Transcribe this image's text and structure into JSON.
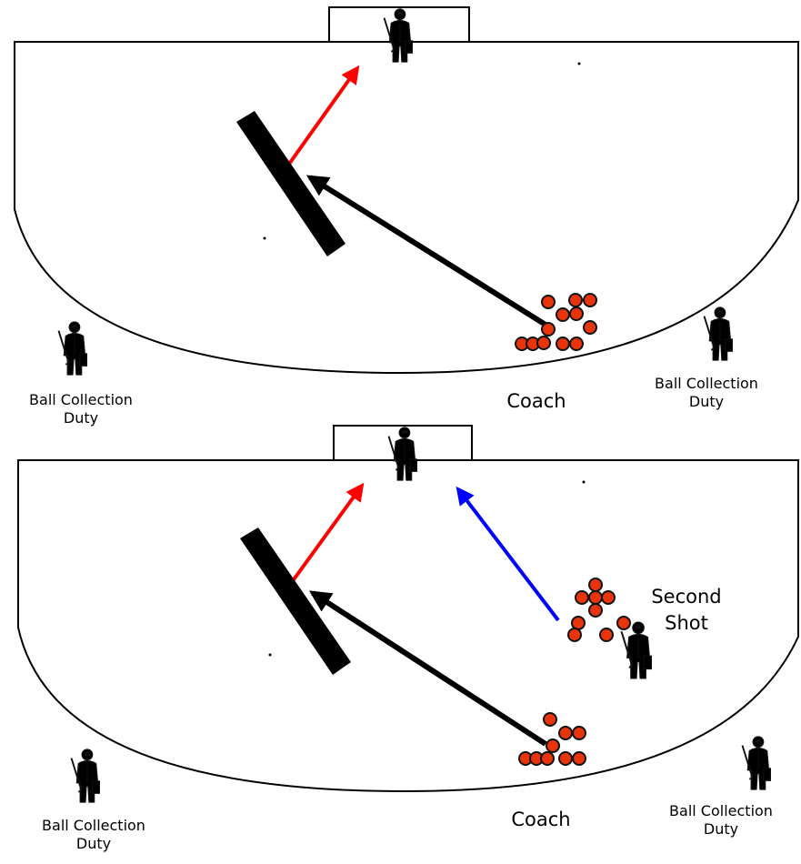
{
  "panels": [
    {
      "id": "drill-top",
      "left_label": [
        "Ball Collection",
        "Duty"
      ],
      "right_label": [
        "Ball Collection",
        "Duty"
      ],
      "coach_label": "Coach"
    },
    {
      "id": "drill-bottom",
      "left_label": [
        "Ball Collection",
        "Duty"
      ],
      "right_label": [
        "Ball Collection",
        "Duty"
      ],
      "coach_label": "Coach",
      "second_shot_label": [
        "Second",
        "Shot"
      ]
    }
  ],
  "colors": {
    "goalkeeper": "#6a9a1e",
    "defender_blue": "#3a2fa0",
    "defender_orange": "#f4a040",
    "ball": "#e8340a",
    "shot_arrow": "#ff0000",
    "pass_arrow": "#000000",
    "second_shot_arrow": "#0000ff",
    "rebound_board": "#000000"
  },
  "icons": {
    "player": "field-hockey-player-icon",
    "ball": "hockey-ball-icon"
  }
}
